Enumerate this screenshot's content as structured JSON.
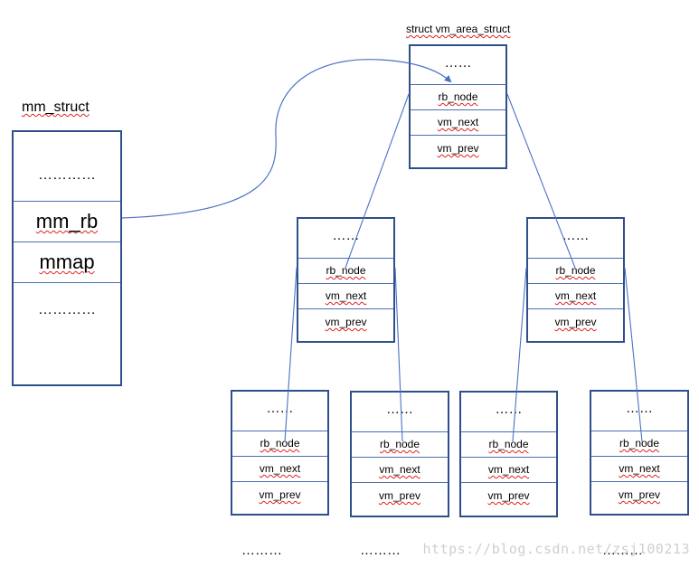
{
  "mm_struct": {
    "title": "mm_struct",
    "fields": [
      "…………",
      "mm_rb",
      "mmap",
      "…………"
    ]
  },
  "vma_title": "struct vm_area_struct",
  "node_fields": [
    "……",
    "rb_node",
    "vm_next",
    "vm_prev"
  ],
  "ellipses_bottom": [
    "………",
    "………",
    "………"
  ],
  "watermark": "https://blog.csdn.net/zsj100213",
  "colors": {
    "box_border": "#2f4f8a",
    "cell_border": "#4a6fb0",
    "link_line": "#4a72c4",
    "squiggle": "#dd2222",
    "watermark": "#cfcfcf"
  }
}
